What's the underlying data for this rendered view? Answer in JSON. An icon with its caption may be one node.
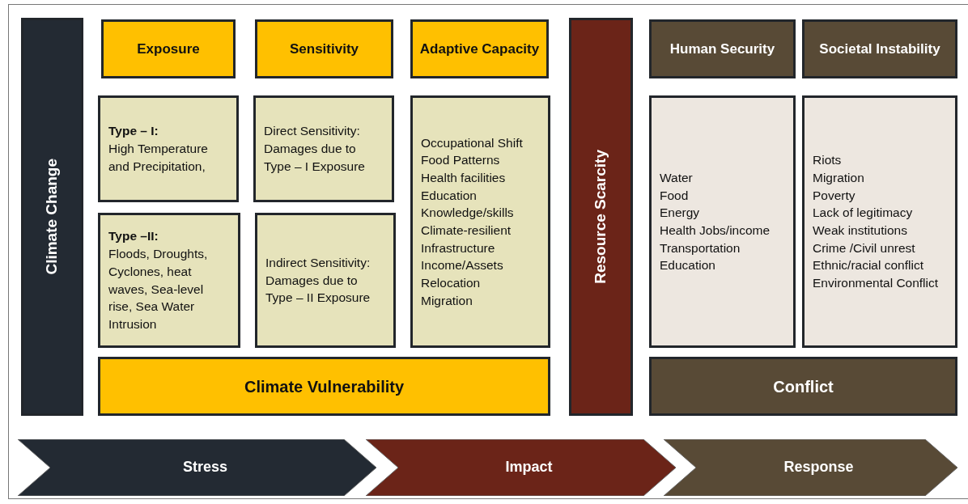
{
  "diagram": {
    "nodes": [
      {
        "text": [
          "Climate Change"
        ]
      },
      {
        "text": [
          "Exposure"
        ]
      },
      {
        "text": [
          "Sensitivity"
        ]
      },
      {
        "text": [
          "Adaptive Capacity"
        ]
      },
      {
        "text": [
          "Type – I:",
          "High Temperature and Precipitation,"
        ]
      },
      {
        "text": [
          "Direct Sensitivity: Damages due to Type – I Exposure"
        ]
      },
      {
        "text": [
          "Type –II:",
          "Floods, Droughts, Cyclones, heat waves, Sea-level rise, Sea Water Intrusion"
        ]
      },
      {
        "text": [
          "Indirect Sensitivity: Damages due to Type – II Exposure"
        ]
      },
      {
        "text": [
          "Occupational Shift",
          "Food Patterns",
          "Health facilities",
          "Education",
          "Knowledge/skills",
          "Climate-resilient Infrastructure",
          "Income/Assets",
          "Relocation",
          "Migration"
        ]
      },
      {
        "text": [
          "Climate Vulnerability"
        ]
      },
      {
        "text": [
          "Resource Scarcity"
        ]
      },
      {
        "text": [
          "Human Security"
        ]
      },
      {
        "text": [
          "Societal Instability"
        ]
      },
      {
        "text": [
          "Water",
          "Food",
          "Energy",
          "Health Jobs/income",
          "Transportation",
          "Education"
        ]
      },
      {
        "text": [
          "Riots",
          "Migration",
          "Poverty",
          "Lack of legitimacy",
          "Weak institutions",
          "Crime /Civil unrest",
          "Ethnic/racial conflict",
          "Environmental Conflict"
        ]
      },
      {
        "text": [
          "Conflict"
        ]
      },
      {
        "text": [
          "Stress"
        ]
      },
      {
        "text": [
          "Impact"
        ]
      },
      {
        "text": [
          "Response"
        ]
      }
    ],
    "edges": []
  }
}
